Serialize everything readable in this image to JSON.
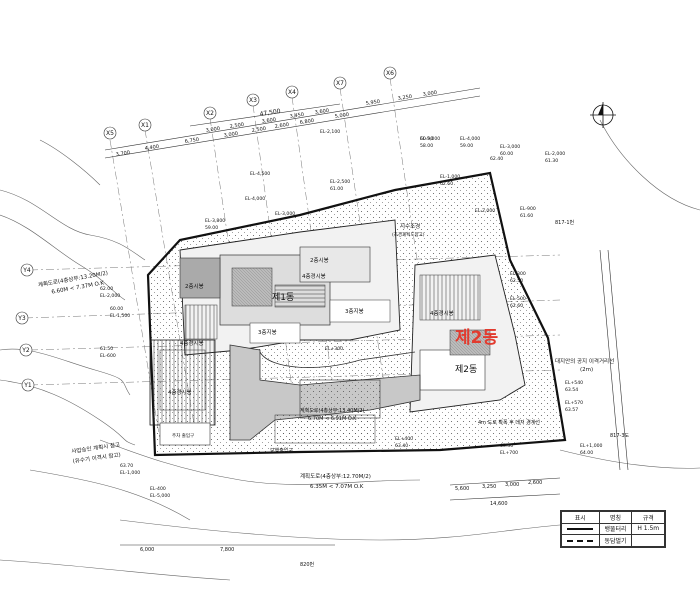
{
  "grid_axes": [
    "X6",
    "X7",
    "X5",
    "X4",
    "X3",
    "X2",
    "X1",
    "Y4",
    "Y3",
    "Y2",
    "Y1"
  ],
  "top_dims": [
    "3,700",
    "4,400",
    "6,750",
    "3,000",
    "2,500",
    "2,600",
    "6,800",
    "5,000",
    "5,950",
    "3,250",
    "3,000"
  ],
  "top_total": "47,500",
  "dims_row2": [
    "3,000",
    "2,500",
    "3,600",
    "3,450",
    "3,600"
  ],
  "buildings": {
    "b1": "제1동",
    "b2": "제2동",
    "b2_red": "제2동"
  },
  "labels": {
    "green1": "지수조경",
    "green1b": "(조경계획도참고)",
    "a2_top": "2층시봉",
    "a4_mid": "4층경시봉",
    "a2_left": "2층시봉",
    "a4_left": "4층경시봉",
    "a3_c1": "3층지붕",
    "a3_c2": "3층지붕",
    "a4_r": "4층경시봉",
    "a4_l2": "4층경시봉",
    "right1": "대지안의 공지 이격거리선",
    "right1b": "(2m)",
    "road": "4m 도로 확폭 후 대지 경계선",
    "road_note": "계획도로(4층상부:12.70M/2)",
    "road_note2": "6.35M < 7.07M O.K",
    "left_note": "계획도로(4층상부:13.20M/2)",
    "left_note2": "6.60M < 7.37M O.K",
    "center_note": "계획도로(4층상부:13.40M/2)",
    "center_note2": "6.70M < 6.91M O.K",
    "low_left": "사업승인 계획시 참고",
    "low_left2": "(유수기 이격시 참고)",
    "entrance": "보행출입구",
    "lot1": "817-1번",
    "lot2": "817-3도",
    "lot3": "820번",
    "sub": "주차 출입구"
  },
  "elevations": [
    "EL-5,000",
    "58.00",
    "EL-4,000",
    "59.00",
    "EL-3,000",
    "60.00",
    "EL-2,000",
    "61.30",
    "EL-4,500",
    "EL-2,500",
    "61.00",
    "EL-1,000",
    "62.60",
    "EL-4,000",
    "EL-3,800",
    "59.00",
    "EL-3,000",
    "EL-2,000",
    "EL-900",
    "61.60",
    "EL-500",
    "62.60",
    "EL-300",
    "62.50",
    "EL+540",
    "63.54",
    "EL+570",
    "63.57",
    "EL+1,000",
    "64.00",
    "EL+400",
    "63.40",
    "EL+300",
    "63.30",
    "EL+700",
    "63.70",
    "EL-1,000",
    "62.00",
    "EL-2,000",
    "60.00",
    "EL-1,500",
    "61.50",
    "EL-600",
    "62.40",
    "EL-400",
    "EL-5,000",
    "EL-2,100",
    "60.90"
  ],
  "bottom_dims": [
    "5,600",
    "3,250",
    "3,000",
    "2,600",
    "14,600",
    "6,000",
    "7,800"
  ],
  "legend": {
    "h1": "표시",
    "h2": "명칭",
    "h3": "규격",
    "r1n": "뱅뚤터리",
    "r1s": "H 1.5m",
    "r2n": "동담벌기",
    "r2s": ""
  }
}
